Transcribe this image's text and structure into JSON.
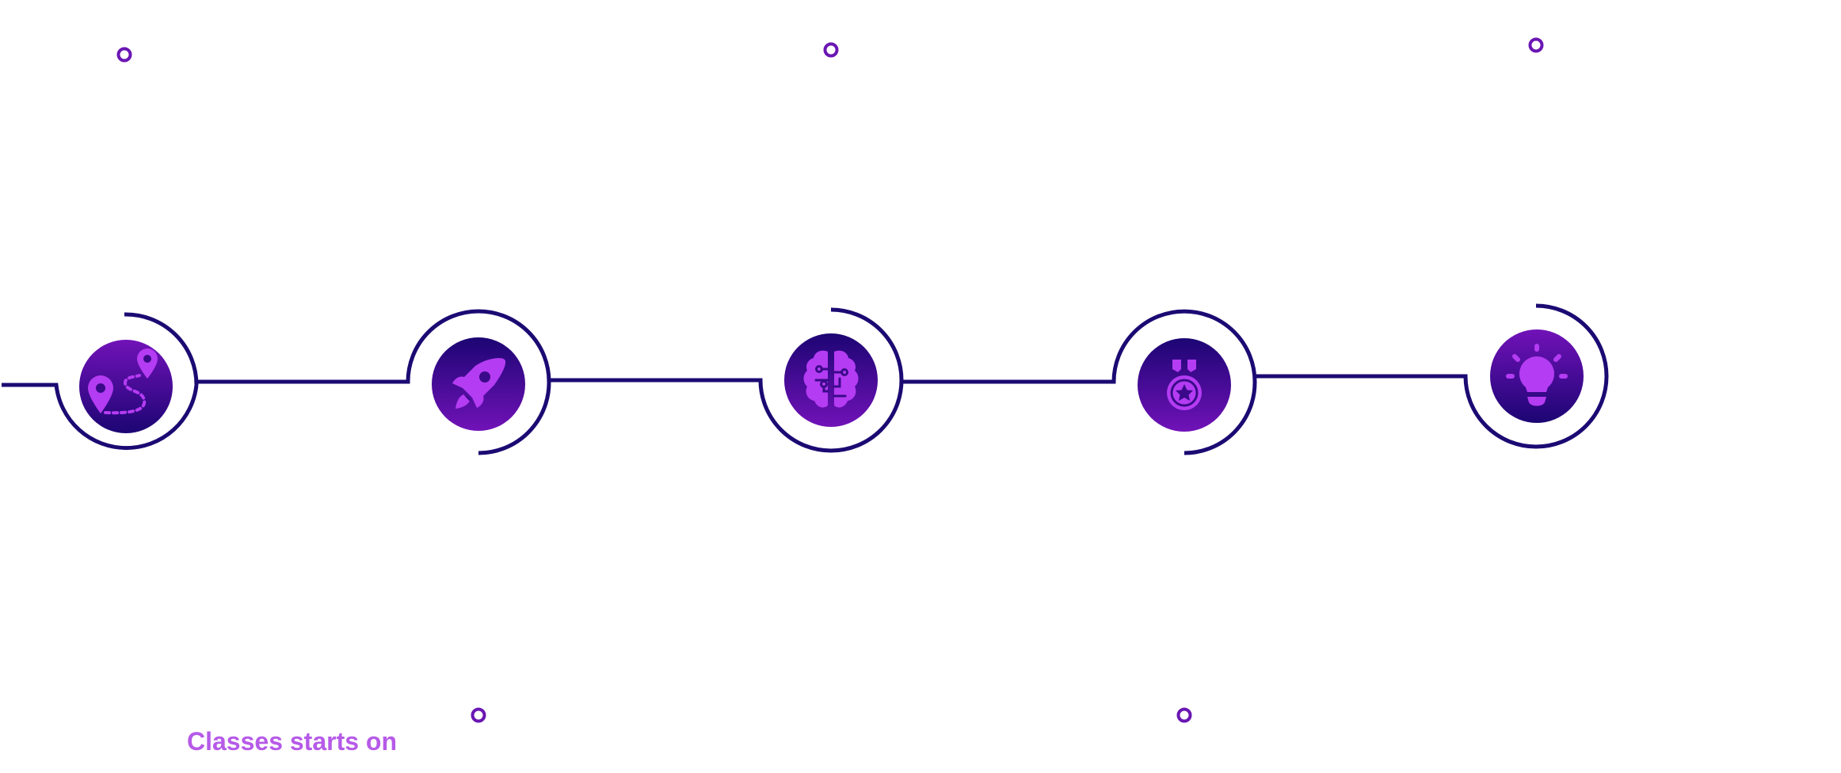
{
  "caption": "Classes starts on",
  "colors": {
    "line": "#1c0a73",
    "accent": "#6a16b3",
    "icon": "#b43cf2",
    "caption": "#b65ae8",
    "node_dark": "#1c0573",
    "node_light": "#7112b8"
  },
  "steps": [
    {
      "id": "route",
      "icon": "route-pins-icon",
      "connector": "up"
    },
    {
      "id": "launch",
      "icon": "rocket-icon",
      "connector": "down"
    },
    {
      "id": "learn",
      "icon": "brain-circuit-icon",
      "connector": "up"
    },
    {
      "id": "achieve",
      "icon": "medal-icon",
      "connector": "down"
    },
    {
      "id": "idea",
      "icon": "lightbulb-icon",
      "connector": "up"
    }
  ]
}
